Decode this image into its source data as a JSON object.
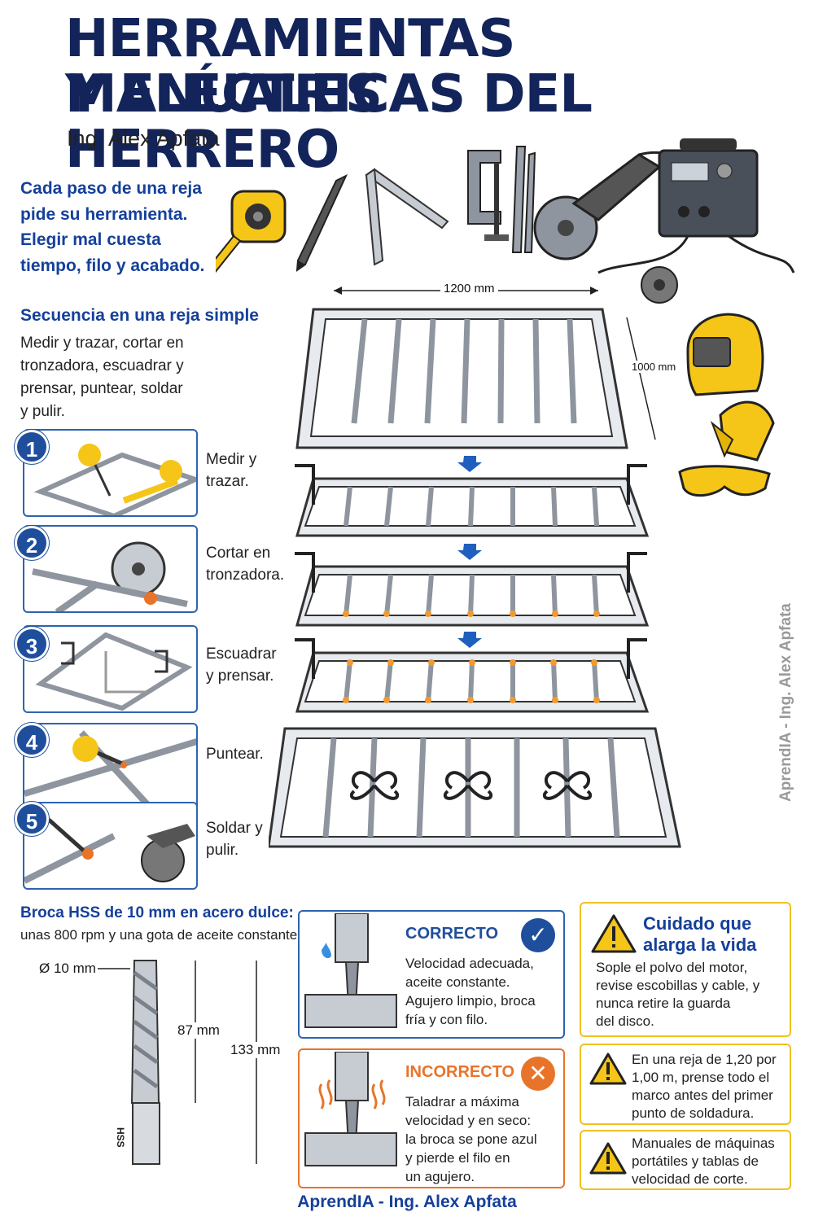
{
  "header": {
    "title_line1": "HERRAMIENTAS MANUALES",
    "title_line2": "Y ELÉCTRICAS DEL HERRERO",
    "author": "Ing. Alex Apfata"
  },
  "intro": {
    "lines": [
      "Cada paso de una reja",
      "pide su herramienta.",
      "Elegir mal cuesta",
      "tiempo, filo y acabado."
    ]
  },
  "sequence": {
    "title": "Secuencia en una reja simple",
    "lines": [
      "Medir y trazar, cortar en",
      "tronzadora, escuadrar y",
      "prensar, puntear, soldar",
      "y pulir."
    ]
  },
  "steps": [
    {
      "number": "1",
      "label_lines": [
        "Medir y",
        "trazar."
      ]
    },
    {
      "number": "2",
      "label_lines": [
        "Cortar en",
        "tronzadora."
      ]
    },
    {
      "number": "3",
      "label_lines": [
        "Escuadrar",
        "y prensar."
      ]
    },
    {
      "number": "4",
      "label_lines": [
        "Puntear."
      ]
    },
    {
      "number": "5",
      "label_lines": [
        "Soldar y",
        "pulir."
      ]
    }
  ],
  "gate": {
    "width_label": "1200 mm",
    "height_label": "1000 mm"
  },
  "drill": {
    "title": "Broca HSS de 10 mm en acero dulce:",
    "subtitle": "unas 800 rpm y una gota de aceite constante.",
    "diameter_label": "Ø 10 mm",
    "flute_label": "87 mm",
    "total_label": "133 mm",
    "shank_mark": "HSS"
  },
  "correct": {
    "title": "CORRECTO",
    "lines": [
      "Velocidad adecuada,",
      "aceite constante.",
      "Agujero limpio, broca",
      "fría y con filo."
    ]
  },
  "incorrect": {
    "title": "INCORRECTO",
    "lines": [
      "Taladrar a máxima",
      "velocidad y en seco:",
      "la broca se pone azul",
      "y pierde el filo en",
      "un agujero."
    ]
  },
  "warnings": [
    {
      "title_lines": [
        "Cuidado que",
        "alarga la vida"
      ],
      "lines": [
        "Sople el polvo del motor,",
        "revise escobillas y cable, y",
        "nunca retire la guarda",
        "del disco."
      ]
    },
    {
      "lines": [
        "En una reja de 1,20 por",
        "1,00 m, prense todo el",
        "marco antes del primer",
        "punto de soldadura."
      ]
    },
    {
      "lines": [
        "Manuales de máquinas",
        "portátiles y tablas de",
        "velocidad de corte."
      ]
    }
  ],
  "footer": "AprendIA - Ing. Alex Apfata",
  "side_watermark": "AprendIA - Ing. Alex Apfata",
  "colors": {
    "title_blue": "#13245a",
    "accent_blue": "#15409a",
    "steel": "#9aa1ab",
    "yellow": "#f5c518",
    "orange": "#e8742a",
    "ok_blue": "#1f4f9c",
    "bad_orange": "#e8742a"
  }
}
